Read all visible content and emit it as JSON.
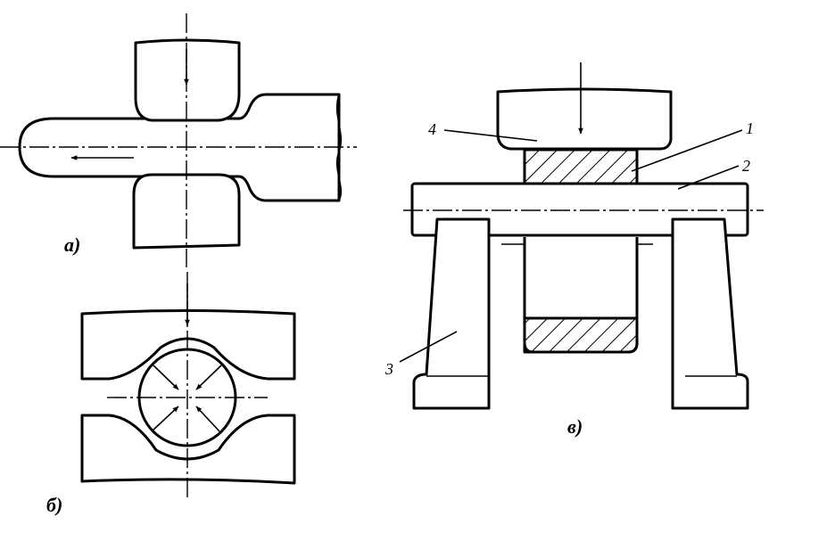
{
  "figure": {
    "panel_labels": {
      "a": "а)",
      "b": "б)",
      "v": "в)"
    },
    "callouts": [
      "1",
      "2",
      "3",
      "4"
    ]
  }
}
